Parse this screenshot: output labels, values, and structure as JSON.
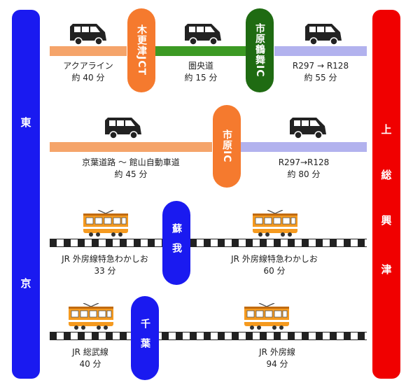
{
  "origin": {
    "chars": [
      "東",
      "京"
    ],
    "color": "#1a1af0"
  },
  "destination": {
    "chars": [
      "上",
      "総",
      "興",
      "津"
    ],
    "color": "#f00000"
  },
  "car_route_1": {
    "junction_1": "木更津JCT",
    "junction_2": "市原鶴舞IC",
    "segments": [
      {
        "name": "アクアライン",
        "time": "約 40 分",
        "color": "#f5a46a"
      },
      {
        "name": "圏央道",
        "time": "約 15 分",
        "color": "#3c9a23"
      },
      {
        "name": "R297 → R128",
        "time": "約 55 分",
        "color": "#b2b2ee"
      }
    ]
  },
  "car_route_2": {
    "junction": "市原IC",
    "segments": [
      {
        "name": "京葉道路 ～ 館山自動車道",
        "time": "約 45 分",
        "color": "#f5a46a"
      },
      {
        "name": "R297→R128",
        "time": "約 80 分",
        "color": "#b2b2ee"
      }
    ]
  },
  "rail_route_1": {
    "station": "蘇我",
    "segments": [
      {
        "name": "JR 外房線特急わかしお",
        "time": "33 分"
      },
      {
        "name": "JR 外房線特急わかしお",
        "time": "60 分"
      }
    ]
  },
  "rail_route_2": {
    "station": "千葉",
    "segments": [
      {
        "name": "JR 総武線",
        "time": "40 分"
      },
      {
        "name": "JR 外房線",
        "time": "94 分"
      }
    ]
  },
  "colors": {
    "junction_orange": "#f57a2e",
    "junction_green": "#1f6b12",
    "station_blue": "#1a1af0",
    "car_body": "#222222",
    "train_body": "#f59a1f"
  },
  "icons": {
    "car": "car-icon",
    "train": "train-icon"
  }
}
